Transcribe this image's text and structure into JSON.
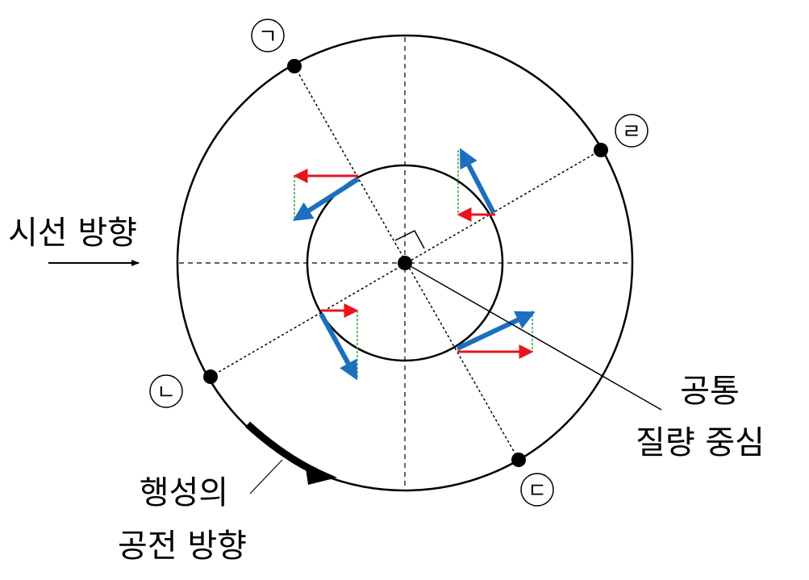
{
  "labels": {
    "line_of_sight": "시선 방향",
    "barycenter_line1": "공통",
    "barycenter_line2": "질량 중심",
    "orbit_dir_line1": "행성의",
    "orbit_dir_line2": "공전 방향"
  },
  "positions": {
    "p1": "ㄱ",
    "p2": "ㄴ",
    "p3": "ㄷ",
    "p4": "ㄹ"
  },
  "colors": {
    "velocity": "#1a6fbf",
    "radial": "#e8141c",
    "component": "#3aa640"
  }
}
